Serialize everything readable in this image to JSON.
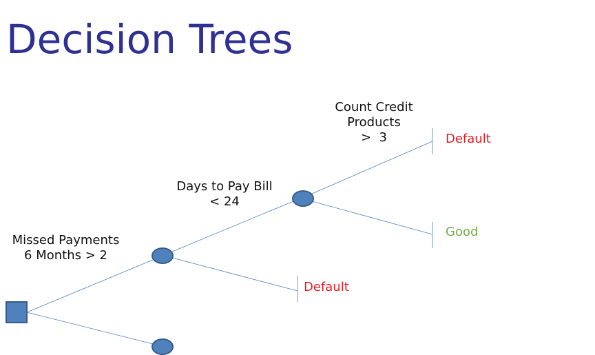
{
  "title": "Decision Trees",
  "splits": {
    "missed_payments": [
      "Missed Payments",
      "6 Months > 2"
    ],
    "days_to_pay": [
      "Days to Pay Bill",
      "< 24"
    ],
    "count_credit": [
      "Count Credit",
      "Products",
      ">  3"
    ]
  },
  "outcomes": {
    "top": "Default",
    "middle": "Good",
    "lower": "Default"
  },
  "colors": {
    "title": "#2e3192",
    "node_fill": "#4f81bd",
    "node_stroke": "#385d8a",
    "edge": "#4f81bd",
    "default": "#e31b23",
    "good": "#70ad47"
  }
}
